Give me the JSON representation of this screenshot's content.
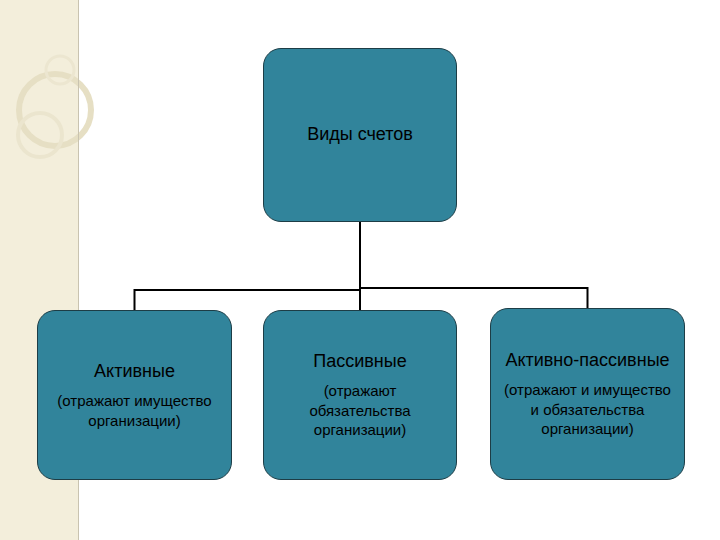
{
  "diagram": {
    "nodes": [
      {
        "text": [
          "Виды счетов"
        ]
      },
      {
        "text": [
          "Активные",
          "(отражают имущество организации)"
        ]
      },
      {
        "text": [
          "Пассивные",
          "(отражают обязательства организации)"
        ]
      },
      {
        "text": [
          "Активно-пассивные",
          "(отражают и имущество и обязательства организации)"
        ]
      }
    ],
    "edges": [
      {
        "from": 0,
        "to": 1,
        "arrow": "none"
      },
      {
        "from": 0,
        "to": 2,
        "arrow": "none"
      },
      {
        "from": 0,
        "to": 3,
        "arrow": "none"
      }
    ]
  }
}
